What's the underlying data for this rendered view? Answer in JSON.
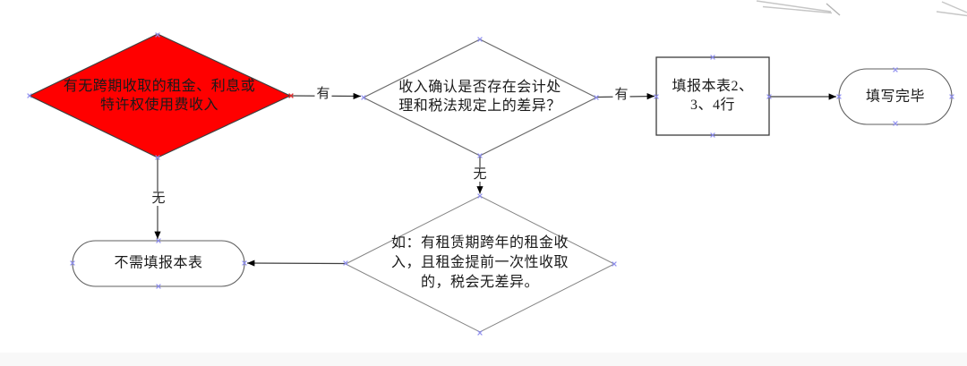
{
  "diagram": {
    "nodes": {
      "start": {
        "shape": "decision-diamond",
        "fill": "#ff0000",
        "text": "有无跨期收取的租金、利息或\n特许权使用费收入"
      },
      "difference": {
        "shape": "decision-diamond",
        "fill": "#ffffff",
        "text": "收入确认是否存在会计处\n理和税法规定上的差异？"
      },
      "fill_rows": {
        "shape": "process-rectangle",
        "text": "填报本表2、\n3、4行"
      },
      "complete": {
        "shape": "terminator",
        "text": "填写完毕"
      },
      "no_need": {
        "shape": "terminator",
        "text": "不需填报本表"
      },
      "example": {
        "shape": "note-diamond",
        "text": "如：有租赁期跨年的租金收\n入，且租金提前一次性收取\n的，税会无差异。"
      }
    },
    "edges": {
      "start_yes": {
        "label": "有"
      },
      "start_no": {
        "label": "无"
      },
      "difference_yes": {
        "label": "有"
      },
      "difference_no": {
        "label": "无"
      }
    },
    "colors": {
      "decision_fill": "#ff0000",
      "shape_stroke": "#4f4f4f",
      "connector": "#3f3f3f",
      "anchor_mark": "#8c8cf0",
      "glued_anchor": "#e03030",
      "text": "#1a1a1a"
    }
  }
}
